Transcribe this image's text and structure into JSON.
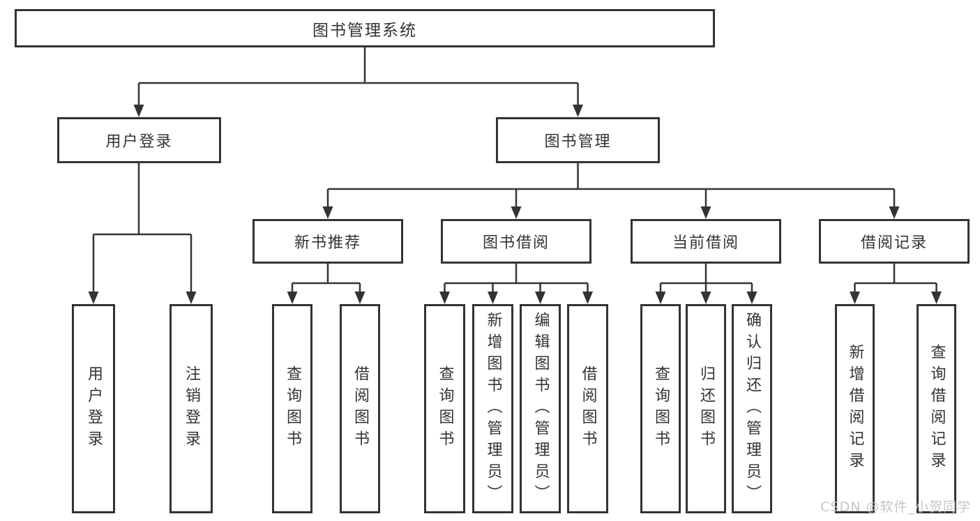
{
  "diagram": {
    "title": "图书管理系统",
    "branches": [
      {
        "label": "用户登录",
        "children": [
          "用户登录",
          "注销登录"
        ]
      },
      {
        "label": "图书管理",
        "groups": [
          {
            "label": "新书推荐",
            "children": [
              "查询图书",
              "借阅图书"
            ]
          },
          {
            "label": "图书借阅",
            "children": [
              "查询图书",
              "新增图书（管理员）",
              "编辑图书（管理员）",
              "借阅图书"
            ]
          },
          {
            "label": "当前借阅",
            "children": [
              "查询图书",
              "归还图书",
              "确认归还（管理员）"
            ]
          },
          {
            "label": "借阅记录",
            "children": [
              "新增借阅记录",
              "查询借阅记录"
            ]
          }
        ]
      }
    ],
    "colors": {
      "line": "#333333",
      "text": "#333333",
      "box_background": "#ffffff"
    }
  },
  "watermark": {
    "text": "CSDN @软件_小贺同学",
    "color": "#c0c0c0"
  }
}
